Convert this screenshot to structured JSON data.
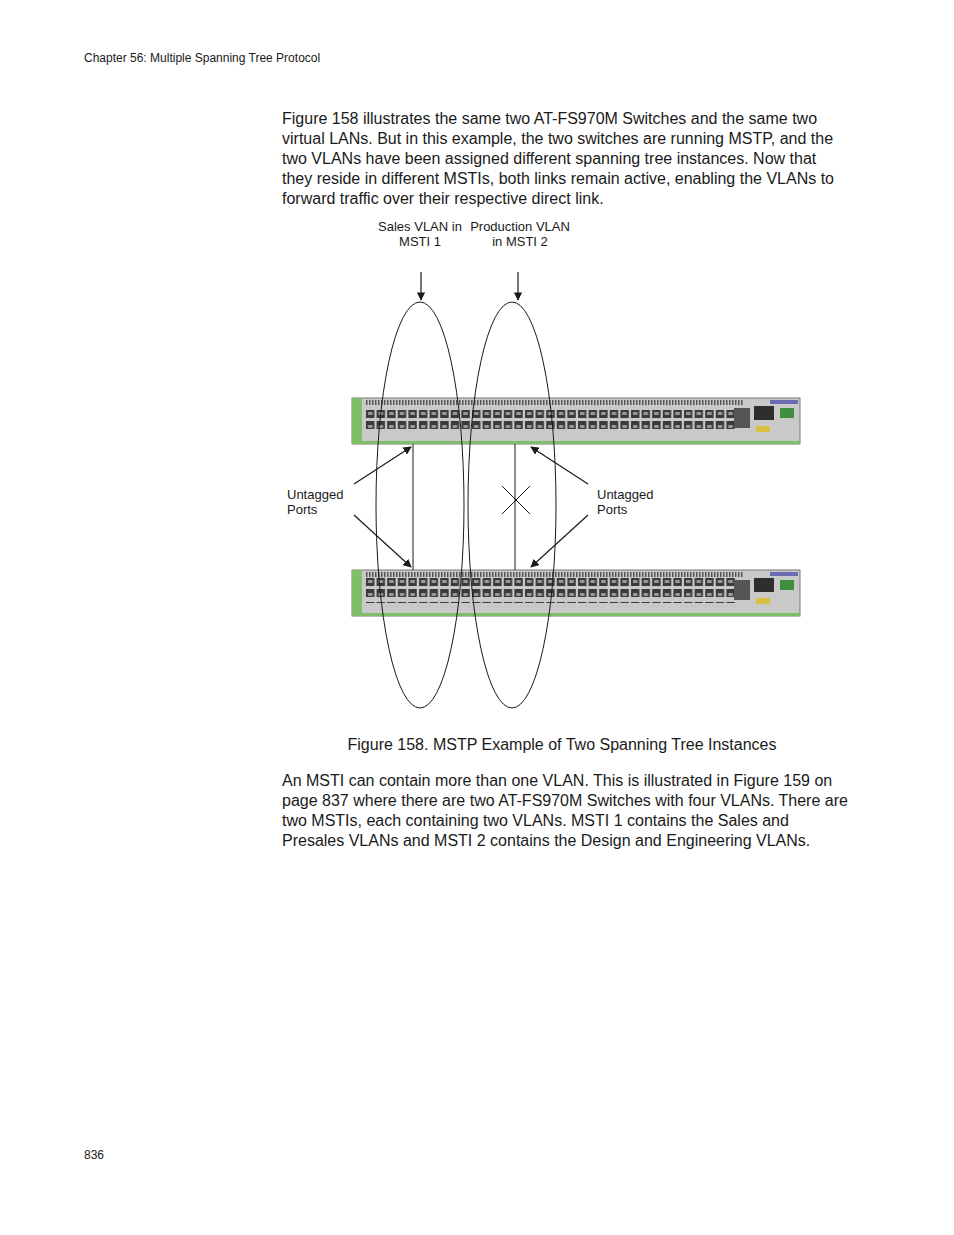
{
  "diagram": {
    "caption": "Figure 158. MSTP Example of Two Spanning Tree Instances",
    "labels": [
      "Chapter 56: Multiple Spanning Tree Protocol",
      "Figure 158 illustrates the same two AT-FS970M Switches and the same two virtual LANs. But in this example, the two switches are running MSTP, and the two VLANs have been assigned different spanning tree instances. Now that they reside in different MSTIs, both links remain active, enabling the VLANs to forward traffic over their respective direct link.",
      "Sales VLAN in MSTI 1",
      "Production VLAN in MSTI 2",
      "Untagged Ports",
      "Untagged Ports",
      "An MSTI can contain more than one VLAN. This is illustrated in Figure 159 on page 837 where there are two AT-FS970M Switches with four VLANs. There are two MSTIs, each containing two VLANs. MSTI 1 contains the Sales and Presales VLANs and MSTI 2 contains the Design and Engineering VLANs.",
      "836"
    ]
  }
}
